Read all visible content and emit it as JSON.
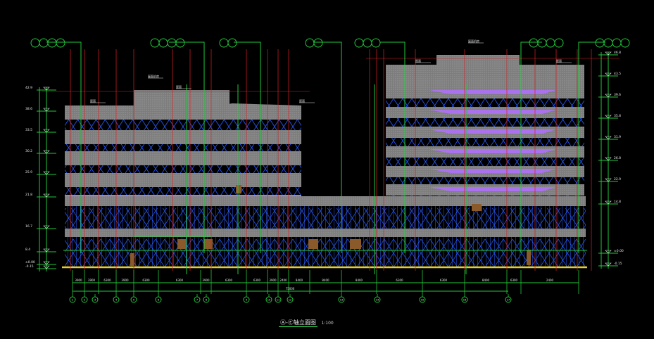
{
  "drawing": {
    "title": "Ⓐ-Ⓔ轴立面图",
    "scale": "1:100"
  },
  "colors": {
    "background": "#000000",
    "grid_green": "#22c83a",
    "red": "#d92020",
    "blue": "#2a5cff",
    "mesh_gray": "#8a8a8a",
    "purple": "#b070ff",
    "brown": "#8a5a2a",
    "yellow": "#e8d020",
    "text": "#e6e6e6"
  },
  "left_levels": [
    "42.9",
    "38.6",
    "33.5",
    "30.2",
    "25.9",
    "21.8",
    "16.7",
    "8.4",
    "±0.00",
    "-0.15"
  ],
  "right_levels": [
    "46.8",
    "43.5",
    "39.6",
    "35.8",
    "31.9",
    "26.8",
    "22.9",
    "14.8",
    "±0.00",
    "-0.15"
  ],
  "grid_axis_labels": [
    "1",
    "2",
    "3",
    "4",
    "5",
    "6",
    "7",
    "8",
    "9",
    "10",
    "11",
    "12",
    "13",
    "14",
    "15",
    "16",
    "17",
    "18"
  ],
  "dimension_labels": [
    "3900",
    "3900",
    "6300",
    "3900",
    "6300",
    "6300",
    "3900",
    "6300",
    "6300",
    "3900",
    "2400",
    "8400",
    "8400",
    "8400",
    "6300",
    "6300",
    "8400",
    "6300",
    "2400",
    "75000"
  ],
  "annotations": [
    "屋面",
    "屋面机房",
    "屋面",
    "屋面",
    "屋面机房",
    "屋面",
    "屋面"
  ]
}
